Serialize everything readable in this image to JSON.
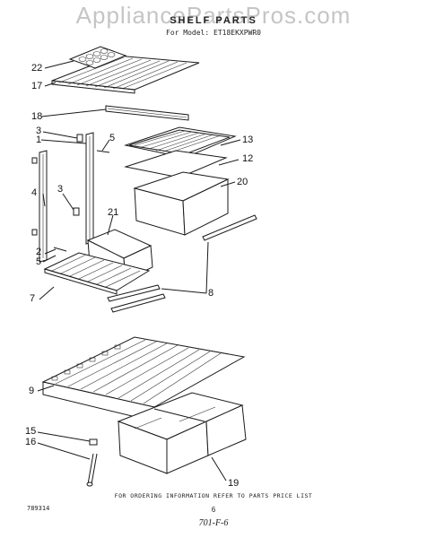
{
  "watermark": "AppliancePartsPros.com",
  "header": {
    "title": "SHELF PARTS",
    "model_line": "For Model: ET18EKXPWR0"
  },
  "callouts": {
    "c22": "22",
    "c17": "17",
    "c18": "18",
    "c3a": "3",
    "c1": "1",
    "c5a": "5",
    "c13": "13",
    "c12": "12",
    "c20": "20",
    "c4": "4",
    "c3b": "3",
    "c21": "21",
    "c2": "2",
    "c5b": "5",
    "c7": "7",
    "c8": "8",
    "c9": "9",
    "c15": "15",
    "c16": "16",
    "c19": "19"
  },
  "footer": {
    "note": "FOR ORDERING INFORMATION REFER TO PARTS PRICE LIST",
    "code": "789314",
    "page": "6",
    "signature": "701-F-6"
  }
}
